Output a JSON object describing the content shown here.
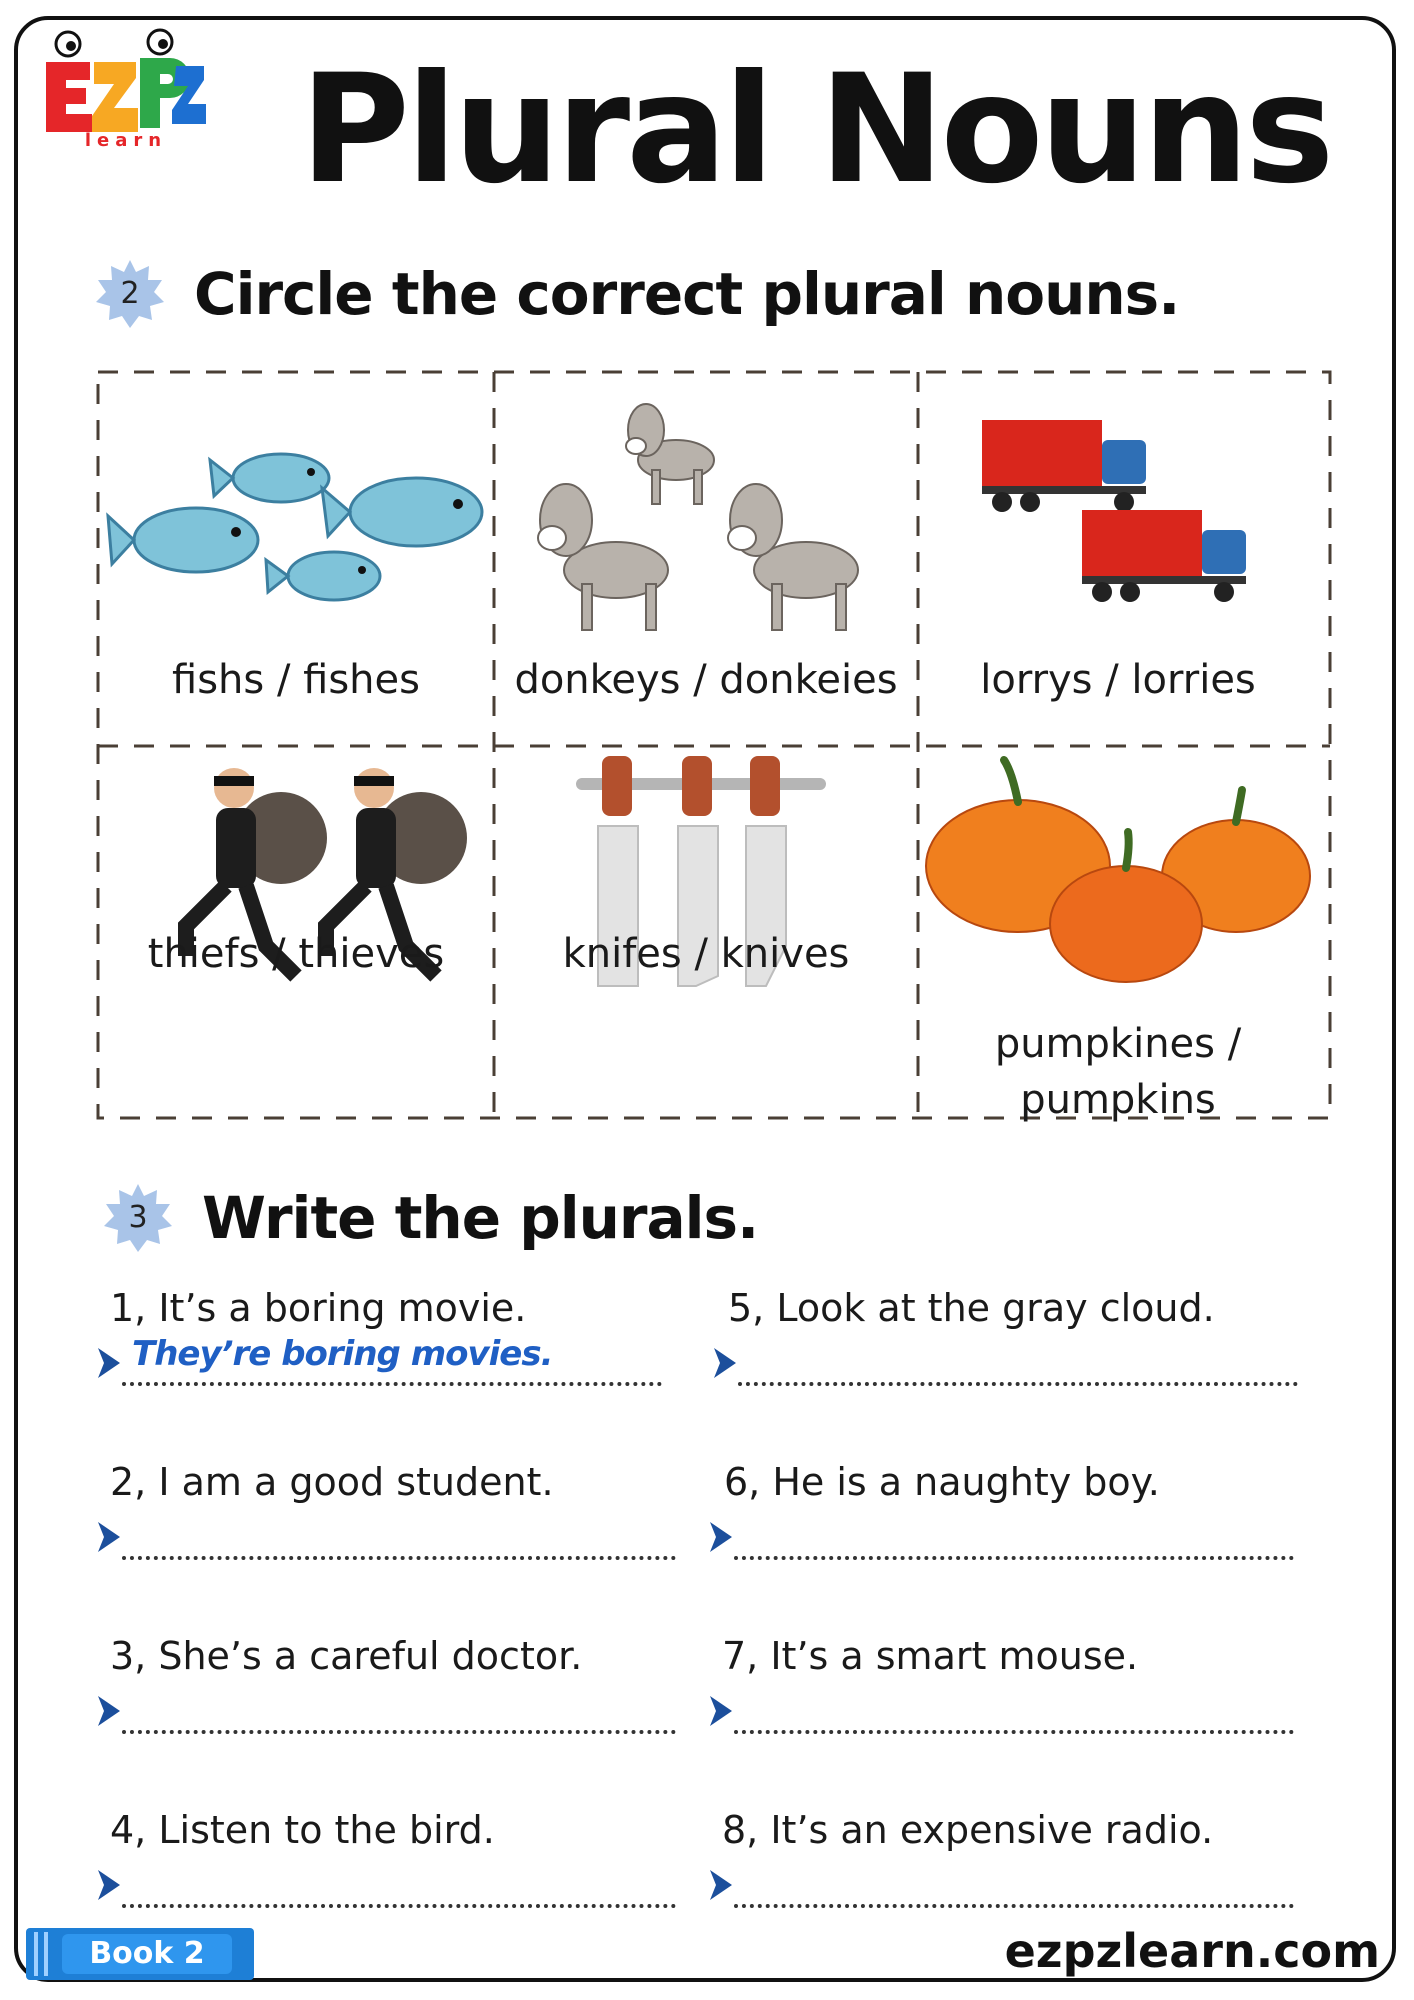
{
  "logo": {
    "letters": "EZPZ",
    "sub": "learn"
  },
  "title": "Plural Nouns",
  "section2": {
    "number": "2",
    "instruction": "Circle the correct plural nouns."
  },
  "cells": [
    {
      "label": "fishs / fishes",
      "icon": "fish-icon"
    },
    {
      "label": "donkeys / donkeies",
      "icon": "donkey-icon"
    },
    {
      "label": "lorrys / lorries",
      "icon": "truck-icon"
    },
    {
      "label": "thiefs / thieves",
      "icon": "thief-icon"
    },
    {
      "label": "knifes / knives",
      "icon": "knife-icon"
    },
    {
      "label_line1": "pumpkines /",
      "label_line2": "pumpkins",
      "icon": "pumpkin-icon"
    }
  ],
  "section3": {
    "number": "3",
    "instruction": "Write the plurals."
  },
  "questions": [
    {
      "text": "1, It’s a boring movie.",
      "answer": "They’re boring movies."
    },
    {
      "text": "2, I am a good student.",
      "answer": ""
    },
    {
      "text": "3, She’s a careful doctor.",
      "answer": ""
    },
    {
      "text": "4, Listen to the bird.",
      "answer": ""
    },
    {
      "text": "5, Look at the gray cloud.",
      "answer": ""
    },
    {
      "text": "6, He is a naughty boy.",
      "answer": ""
    },
    {
      "text": "7, It’s a smart mouse.",
      "answer": ""
    },
    {
      "text": "8, It’s an expensive radio.",
      "answer": ""
    }
  ],
  "footer": {
    "book": "Book 2",
    "site": "ezpzlearn.com"
  },
  "colors": {
    "badge": "#a9c4e8",
    "answer": "#1f5fc4",
    "book": "#1e7fd6",
    "arrow": "#1c4f9c"
  }
}
